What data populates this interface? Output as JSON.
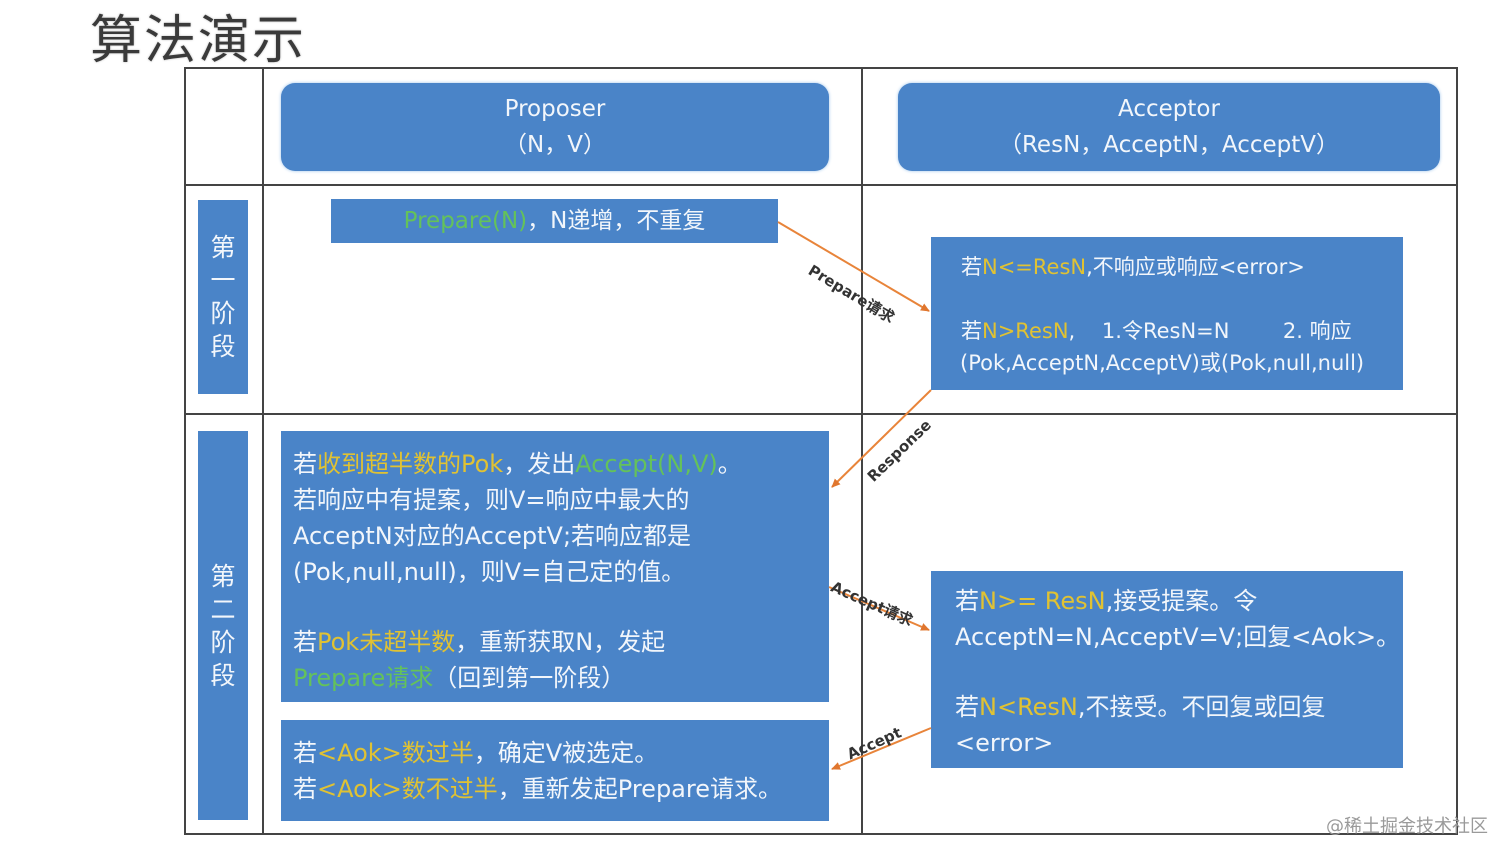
{
  "title": "算法演示",
  "colors": {
    "box_blue": "#4a84c8",
    "highlight_yellow": "#e0c233",
    "highlight_green": "#64c25a",
    "arrow_orange": "#e8843a"
  },
  "header": {
    "proposer": {
      "name": "Proposer",
      "params": "（N，V）"
    },
    "acceptor": {
      "name": "Acceptor",
      "params": "（ResN，AcceptN，AcceptV）"
    }
  },
  "phases": {
    "phase1": {
      "label": [
        "第",
        "一",
        "阶",
        "段"
      ]
    },
    "phase2": {
      "label": [
        "第",
        "二",
        "阶",
        "段"
      ]
    }
  },
  "proposer_phase1": {
    "prepare": "Prepare(N)",
    "rest": "，N递增，不重复"
  },
  "acceptor_phase1": {
    "line1": {
      "pre": "若",
      "hl": "N<=ResN",
      "post": ",不响应或响应<error>"
    },
    "line2": {
      "pre": "若",
      "hl": "N>ResN",
      "post": ",    1.令ResN=N        2. 响应"
    },
    "line3": "(Pok,AcceptN,AcceptV)或(Pok,null,null)"
  },
  "proposer_phase2": {
    "line1": {
      "pre": "若",
      "hl": "收到超半数的Pok",
      "mid": "，发出",
      "hl2": "Accept(N,V)",
      "post": "。"
    },
    "line2": "若响应中有提案，则V=响应中最大的",
    "line3": "AcceptN对应的AcceptV;若响应都是",
    "line4": "(Pok,null,null)，则V=自己定的值。",
    "line5": {
      "pre": "若",
      "hl": "Pok未超半数",
      "post": "，重新获取N，发起"
    },
    "line6": {
      "hl": "Prepare请求",
      "post": "（回到第一阶段）"
    }
  },
  "proposer_result": {
    "line1": {
      "pre": "若",
      "hl": "<Aok>数过半",
      "post": "，确定V被选定。"
    },
    "line2": {
      "pre": "若",
      "hl": "<Aok>数不过半",
      "post": "，重新发起Prepare请求。"
    }
  },
  "acceptor_phase2": {
    "line1": {
      "pre": "若",
      "hl": "N>= ResN",
      "post": ",接受提案。令"
    },
    "line2": "AcceptN=N,AcceptV=V;回复<Aok>。",
    "line3": {
      "pre": "若",
      "hl": "N<ResN",
      "post": ",不接受。不回复或回复"
    },
    "line4": "<error>"
  },
  "arrows": {
    "prepare_request": "Prepare请求",
    "response": "Response",
    "accept_request": "Accept请求",
    "accept": "Accept"
  },
  "watermark": "@稀土掘金技术社区"
}
